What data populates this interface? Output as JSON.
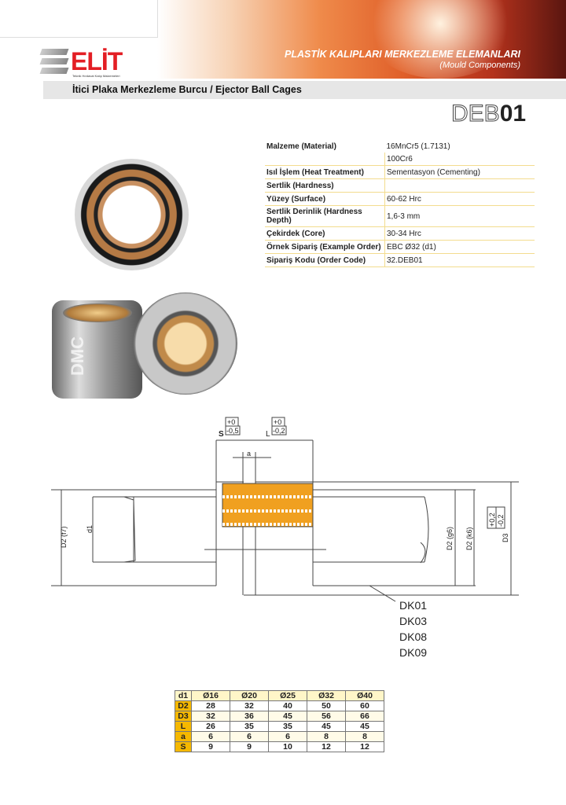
{
  "header": {
    "brand": "ELİT",
    "brand_tagline": "Teknik Hırdavat Kalıp Malzemeleri",
    "title": "PLASTİK KALIPLARI MERKEZLEME ELEMANLARI",
    "subtitle": "(Mould Components)"
  },
  "section_title": "İtici Plaka Merkezleme Burcu / Ejector Ball Cages",
  "product_code": {
    "prefix": "DEB",
    "suffix": "01"
  },
  "specs": [
    {
      "label": "Malzeme (Material)",
      "value": "16MnCr5 (1.7131)"
    },
    {
      "label": "",
      "value": "100Cr6"
    },
    {
      "label": "Isıl İşlem (Heat Treatment)",
      "value": "Sementasyon (Cementing)"
    },
    {
      "label": "Sertlik (Hardness)",
      "value": ""
    },
    {
      "label": "Yüzey (Surface)",
      "value": "60-62 Hrc"
    },
    {
      "label": "Sertlik Derinlik (Hardness Depth)",
      "value": "1,6-3 mm"
    },
    {
      "label": "Çekirdek (Core)",
      "value": "30-34 Hrc"
    },
    {
      "label": "Örnek Sipariş (Example Order)",
      "value": "EBC Ø32 (d1)"
    },
    {
      "label": "Sipariş Kodu (Order Code)",
      "value": "32.DEB01"
    }
  ],
  "photo_brand": "DMC",
  "drawing": {
    "s_label": "S",
    "s_tol_upper": "+0",
    "s_tol_lower": "-0,5",
    "l_label": "L",
    "l_tol_upper": "+0",
    "l_tol_lower": "-0,2",
    "a_label": "a",
    "d2f7": "D2 (f7)",
    "d1": "d1",
    "d2g6": "D2 (g6)",
    "d2k6": "D2 (k6)",
    "d3": "D3",
    "d3_tol_upper": "+0,2",
    "d3_tol_lower": "-0,2",
    "parts": [
      "DK01",
      "DK03",
      "DK08",
      "DK09"
    ]
  },
  "dim_table": {
    "rows": [
      {
        "h": "d1",
        "v": [
          "Ø16",
          "Ø20",
          "Ø25",
          "Ø32",
          "Ø40"
        ]
      },
      {
        "h": "D2",
        "v": [
          "28",
          "32",
          "40",
          "50",
          "60"
        ]
      },
      {
        "h": "D3",
        "v": [
          "32",
          "36",
          "45",
          "56",
          "66"
        ]
      },
      {
        "h": "L",
        "v": [
          "26",
          "35",
          "35",
          "45",
          "45"
        ]
      },
      {
        "h": "a",
        "v": [
          "6",
          "6",
          "6",
          "8",
          "8"
        ]
      },
      {
        "h": "S",
        "v": [
          "9",
          "9",
          "10",
          "12",
          "12"
        ]
      }
    ]
  }
}
